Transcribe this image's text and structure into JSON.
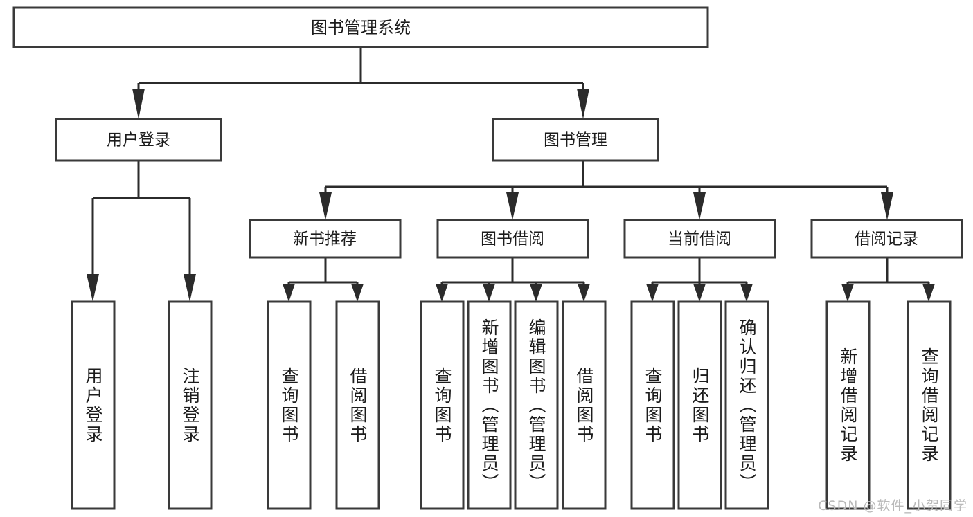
{
  "diagram": {
    "title": "图书管理系统",
    "watermark": "CSDN @软件_小贺同学",
    "style": {
      "box_fill": "#ffffff",
      "box_stroke": "#3a3a3a",
      "connector_color": "#2b2b2b",
      "text_color": "#1c1c1c",
      "watermark_color": "#b9b9b9",
      "background": "#ffffff"
    },
    "root": {
      "label": "图书管理系统",
      "orientation": "horizontal"
    },
    "level1": [
      {
        "label": "用户登录",
        "orientation": "horizontal"
      },
      {
        "label": "图书管理",
        "orientation": "horizontal"
      }
    ],
    "level2": [
      {
        "label": "新书推荐",
        "orientation": "horizontal",
        "parent": "图书管理"
      },
      {
        "label": "图书借阅",
        "orientation": "horizontal",
        "parent": "图书管理"
      },
      {
        "label": "当前借阅",
        "orientation": "horizontal",
        "parent": "图书管理"
      },
      {
        "label": "借阅记录",
        "orientation": "horizontal",
        "parent": "图书管理"
      }
    ],
    "leaves": [
      {
        "label": "用户登录",
        "orientation": "vertical",
        "parent": "用户登录"
      },
      {
        "label": "注销登录",
        "orientation": "vertical",
        "parent": "用户登录"
      },
      {
        "label": "查询图书",
        "orientation": "vertical",
        "parent": "新书推荐"
      },
      {
        "label": "借阅图书",
        "orientation": "vertical",
        "parent": "新书推荐"
      },
      {
        "label": "查询图书",
        "orientation": "vertical",
        "parent": "图书借阅"
      },
      {
        "label": "新增图书（管理员）",
        "orientation": "vertical",
        "parent": "图书借阅"
      },
      {
        "label": "编辑图书（管理员）",
        "orientation": "vertical",
        "parent": "图书借阅"
      },
      {
        "label": "借阅图书",
        "orientation": "vertical",
        "parent": "图书借阅"
      },
      {
        "label": "查询图书",
        "orientation": "vertical",
        "parent": "当前借阅"
      },
      {
        "label": "归还图书",
        "orientation": "vertical",
        "parent": "当前借阅"
      },
      {
        "label": "确认归还（管理员）",
        "orientation": "vertical",
        "parent": "当前借阅"
      },
      {
        "label": "新增借阅记录",
        "orientation": "vertical",
        "parent": "借阅记录"
      },
      {
        "label": "查询借阅记录",
        "orientation": "vertical",
        "parent": "借阅记录"
      }
    ]
  }
}
